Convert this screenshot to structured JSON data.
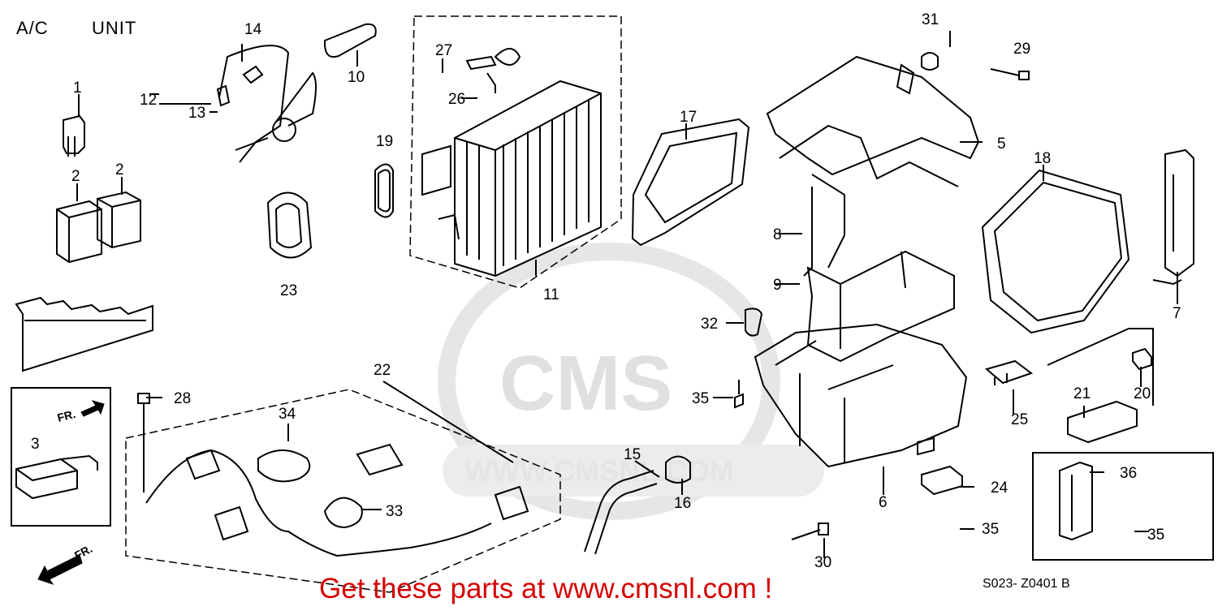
{
  "header": {
    "section": "A/C",
    "title": "UNIT"
  },
  "watermark": {
    "brand": "CMS",
    "site": "WWW.CMSNL.COM"
  },
  "footer": {
    "promo": "Get these parts at www.cmsnl.com !",
    "diagram_code": "S023-  Z0401 B"
  },
  "direction_label": "FR.",
  "colors": {
    "line": "#000000",
    "promo": "#d60000",
    "watermark": "#e0e0e0"
  },
  "callouts": [
    {
      "n": "1"
    },
    {
      "n": "2"
    },
    {
      "n": "2"
    },
    {
      "n": "3"
    },
    {
      "n": "5"
    },
    {
      "n": "6"
    },
    {
      "n": "7"
    },
    {
      "n": "8"
    },
    {
      "n": "9"
    },
    {
      "n": "10"
    },
    {
      "n": "11"
    },
    {
      "n": "12"
    },
    {
      "n": "13"
    },
    {
      "n": "14"
    },
    {
      "n": "15"
    },
    {
      "n": "16"
    },
    {
      "n": "17"
    },
    {
      "n": "18"
    },
    {
      "n": "19"
    },
    {
      "n": "20"
    },
    {
      "n": "21"
    },
    {
      "n": "22"
    },
    {
      "n": "23"
    },
    {
      "n": "24"
    },
    {
      "n": "25"
    },
    {
      "n": "26"
    },
    {
      "n": "27"
    },
    {
      "n": "28"
    },
    {
      "n": "29"
    },
    {
      "n": "30"
    },
    {
      "n": "31"
    },
    {
      "n": "32"
    },
    {
      "n": "33"
    },
    {
      "n": "34"
    },
    {
      "n": "35"
    },
    {
      "n": "35"
    },
    {
      "n": "35"
    },
    {
      "n": "35"
    },
    {
      "n": "36"
    }
  ]
}
